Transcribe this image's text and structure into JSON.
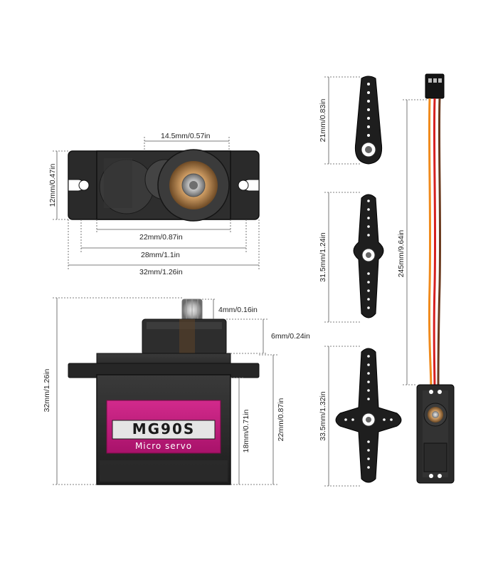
{
  "product": {
    "model": "MG90S",
    "subtitle": "Micro servo"
  },
  "dimensions": {
    "top_view": {
      "height": "12mm/0.47in",
      "gear_width": "14.5mm/0.57in",
      "body_length": "22mm/0.87in",
      "mount_length": "28mm/1.1in",
      "total_length": "32mm/1.26in"
    },
    "side_view": {
      "total_height": "32mm/1.26in",
      "shaft_height": "4mm/0.16in",
      "gear_cap_height": "6mm/0.24in",
      "body_height": "22mm/0.87in",
      "below_mount_height": "18mm/0.71in"
    },
    "horns": {
      "single_arm": "21mm/0.83in",
      "double_arm": "31.5mm/1.24in",
      "cross_arm": "33.5mm/1.32in"
    },
    "cable": {
      "length": "245mm/9.64in"
    }
  },
  "colors": {
    "body": "#2b2b2b",
    "label_pink": "#c2187a",
    "wire_orange": "#f08a1c",
    "wire_red": "#d62020",
    "wire_brown": "#6b3a1e"
  }
}
